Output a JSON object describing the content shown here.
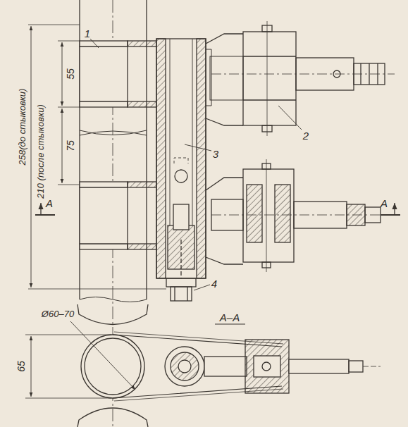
{
  "diagram": {
    "labels": [
      "1",
      "2",
      "3",
      "4",
      "55",
      "75",
      "258(до стыковки)",
      "210 (после стыковки)",
      "A",
      "A",
      "A–A",
      "Ø60–70",
      "65"
    ]
  }
}
